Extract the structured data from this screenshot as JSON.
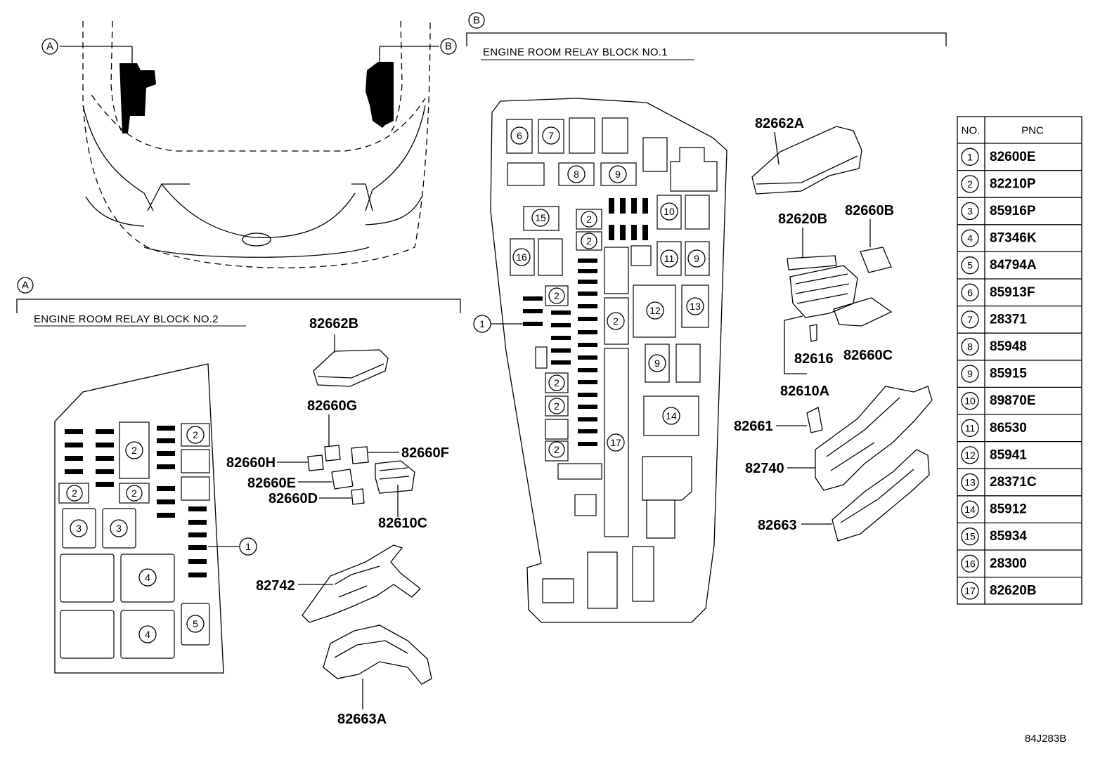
{
  "diagram": {
    "section_a": {
      "marker": "A",
      "title": "ENGINE ROOM RELAY BLOCK NO.2",
      "parts": {
        "p82662B": "82662B",
        "p82660G": "82660G",
        "p82660H": "82660H",
        "p82660F": "82660F",
        "p82660E": "82660E",
        "p82660D": "82660D",
        "p82610C": "82610C",
        "p82742": "82742",
        "p82663A": "82663A"
      }
    },
    "section_b": {
      "marker": "B",
      "title": "ENGINE ROOM RELAY BLOCK NO.1",
      "parts": {
        "p82662A": "82662A",
        "p82620B": "82620B",
        "p82660B": "82660B",
        "p82616": "82616",
        "p82660C": "82660C",
        "p82610A": "82610A",
        "p82661": "82661",
        "p82740": "82740",
        "p82663": "82663"
      }
    },
    "vehicle_markers": {
      "a": "A",
      "b": "B"
    },
    "numbers": [
      "1",
      "2",
      "3",
      "4",
      "5",
      "6",
      "7",
      "8",
      "9",
      "10",
      "11",
      "12",
      "13",
      "14",
      "15",
      "16",
      "17"
    ],
    "table": {
      "header_no": "NO.",
      "header_pnc": "PNC",
      "rows": [
        {
          "no": "1",
          "pnc": "82600E"
        },
        {
          "no": "2",
          "pnc": "82210P"
        },
        {
          "no": "3",
          "pnc": "85916P"
        },
        {
          "no": "4",
          "pnc": "87346K"
        },
        {
          "no": "5",
          "pnc": "84794A"
        },
        {
          "no": "6",
          "pnc": "85913F"
        },
        {
          "no": "7",
          "pnc": "28371"
        },
        {
          "no": "8",
          "pnc": "85948"
        },
        {
          "no": "9",
          "pnc": "85915"
        },
        {
          "no": "10",
          "pnc": "89870E"
        },
        {
          "no": "11",
          "pnc": "86530"
        },
        {
          "no": "12",
          "pnc": "85941"
        },
        {
          "no": "13",
          "pnc": "28371C"
        },
        {
          "no": "14",
          "pnc": "85912"
        },
        {
          "no": "15",
          "pnc": "85934"
        },
        {
          "no": "16",
          "pnc": "28300"
        },
        {
          "no": "17",
          "pnc": "82620B"
        }
      ]
    },
    "figure_ref": "84J283B"
  }
}
